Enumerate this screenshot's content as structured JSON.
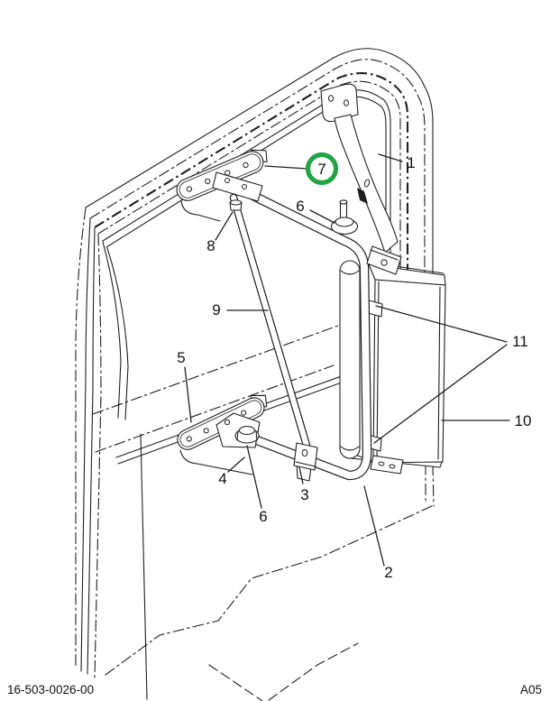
{
  "document": {
    "type": "parts-diagram",
    "footer": {
      "part_number": "16-503-0026-00",
      "page_code": "A05"
    }
  },
  "diagram": {
    "subject": "door-mounted-mirror-assembly",
    "highlighted_callout": "7",
    "colors": {
      "highlight_ring": "#22a344",
      "line": "#1f1f1f",
      "background": "#ffffff"
    },
    "callouts": {
      "c1": "1",
      "c2": "2",
      "c3": "3",
      "c4": "4",
      "c5": "5",
      "c6_upper": "6",
      "c6_lower": "6",
      "c7": "7",
      "c8": "8",
      "c9": "9",
      "c10": "10",
      "c11": "11"
    }
  }
}
